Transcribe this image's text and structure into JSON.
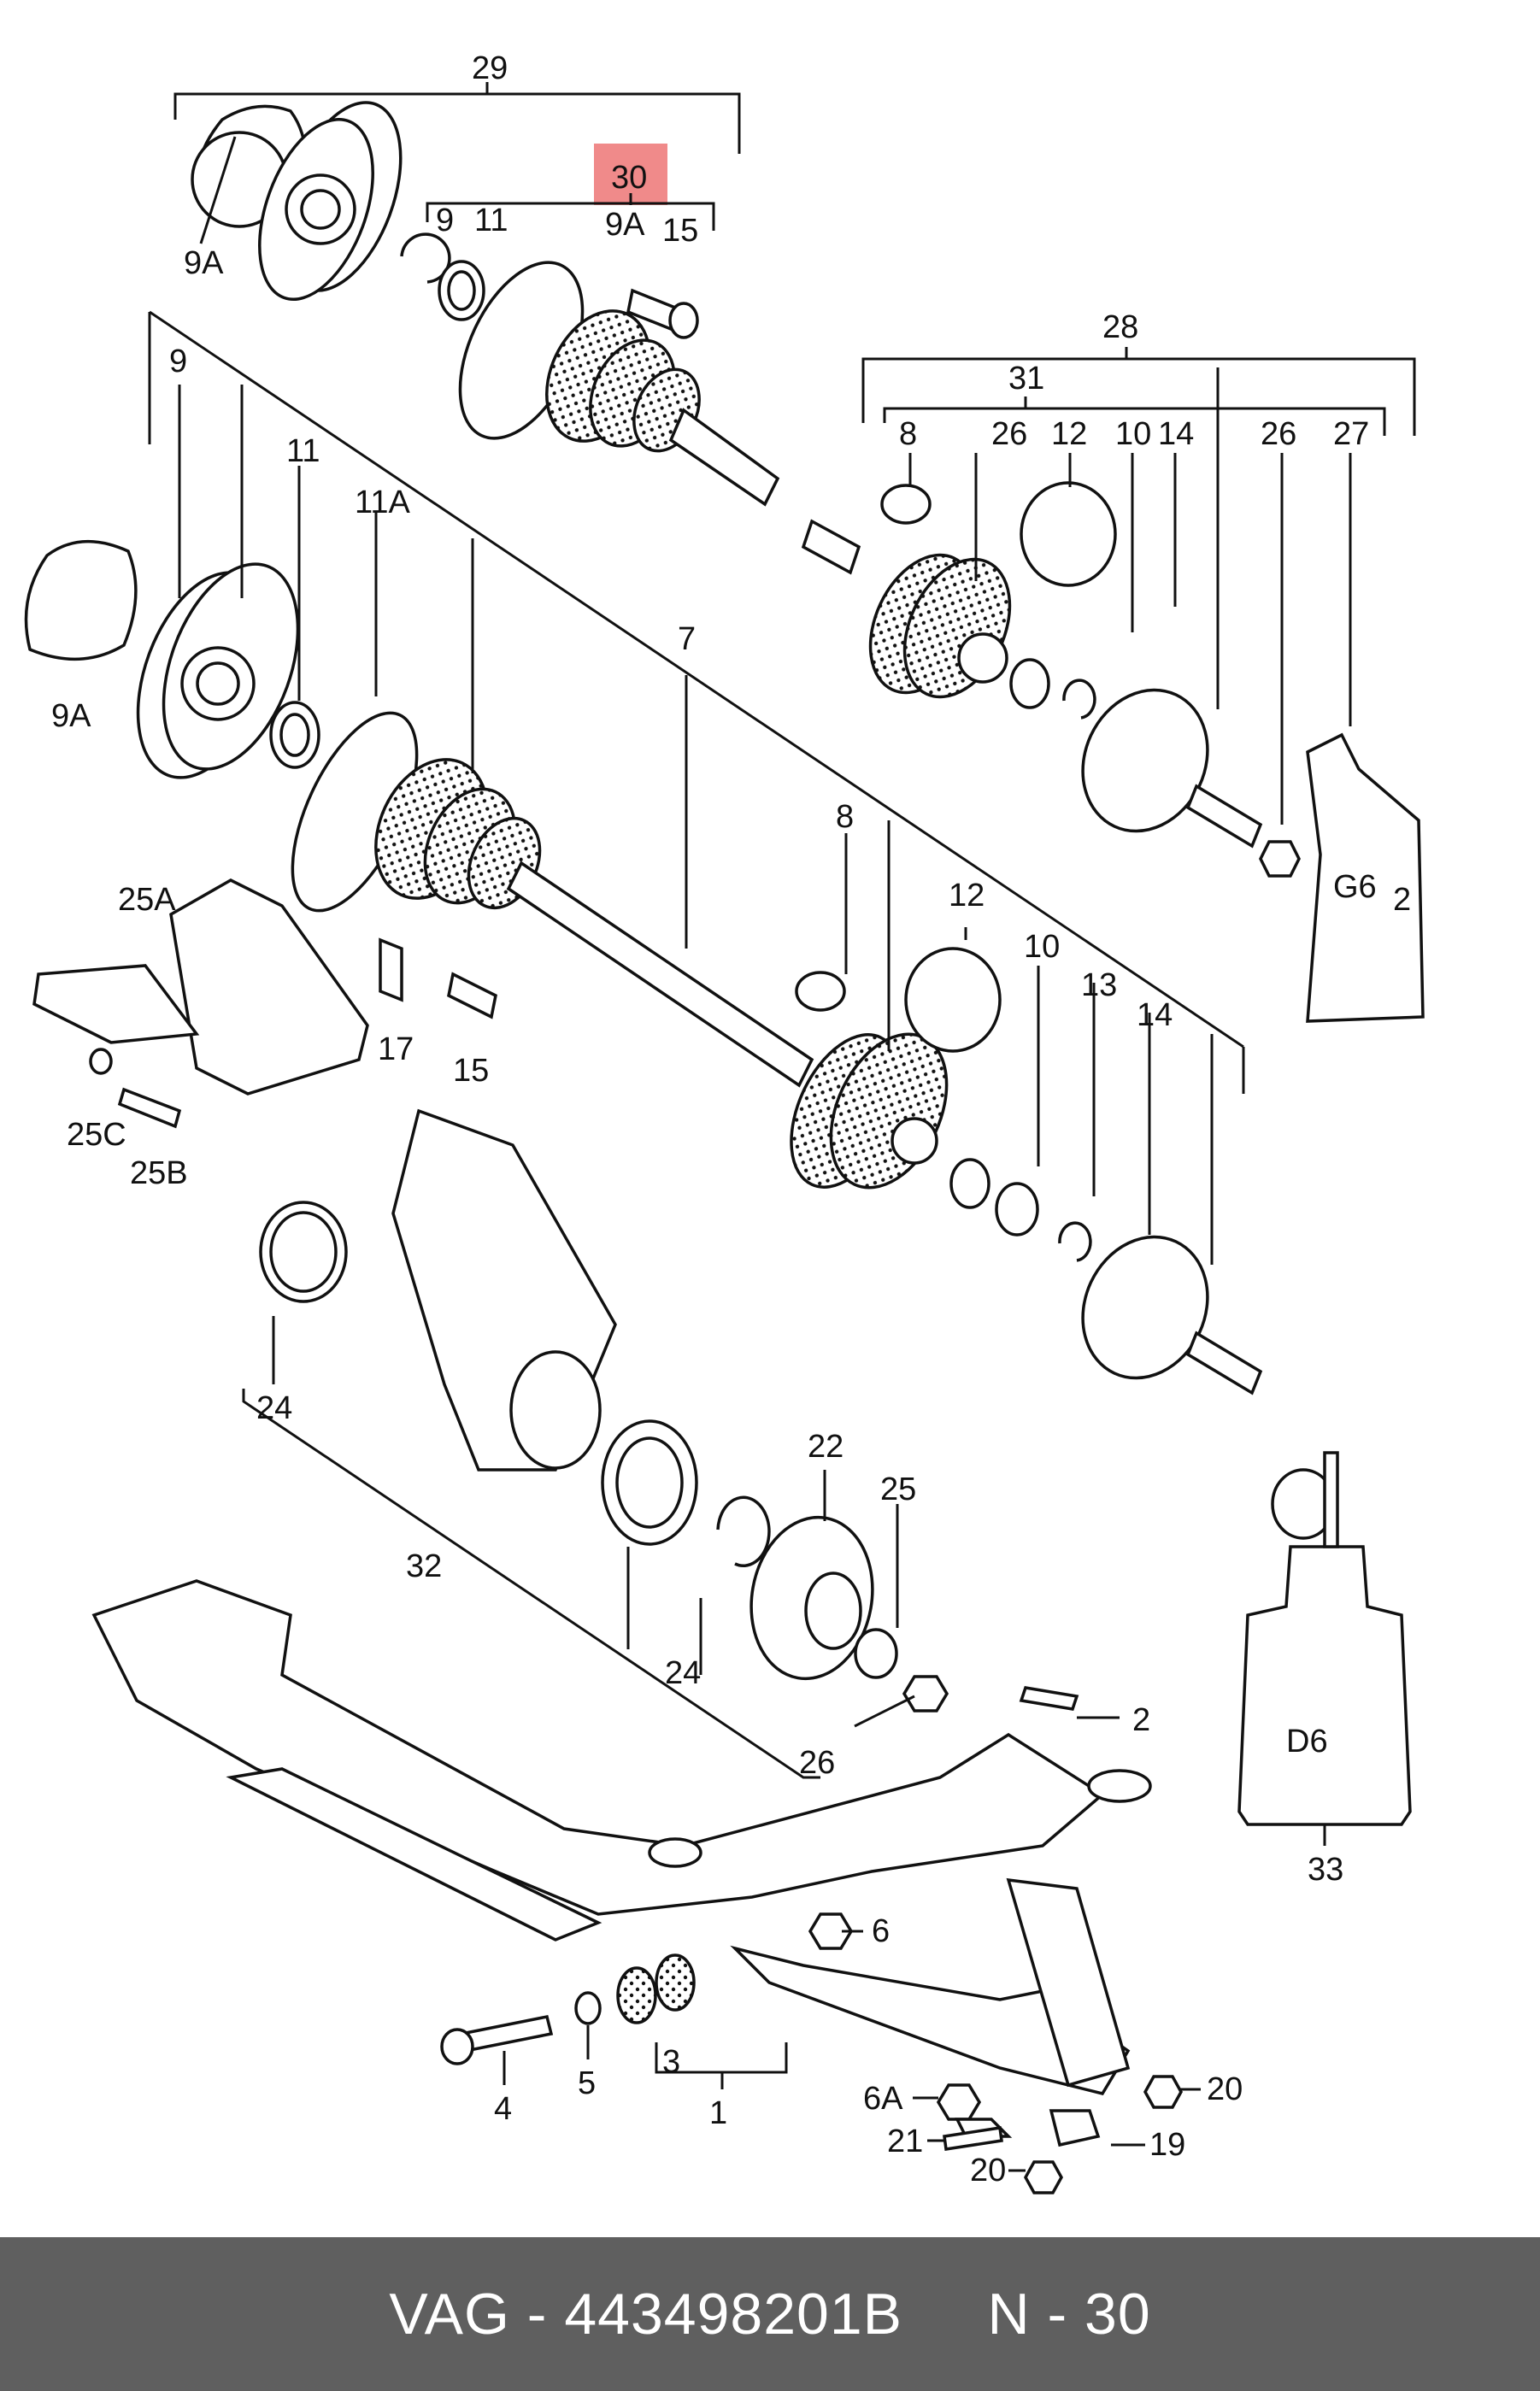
{
  "labels": {
    "l29": "29",
    "l30": "30",
    "l9a_top": "9A",
    "l9_top": "9",
    "l11_top": "11",
    "l9a_sub": "9A",
    "l15_top": "15",
    "l9_left": "9",
    "l11_left": "11",
    "l11a": "11A",
    "l9a_left": "9A",
    "l7": "7",
    "l28": "28",
    "l31": "31",
    "l8_top": "8",
    "l26_top": "26",
    "l12_top": "12",
    "l10_top": "10",
    "l14_top": "14",
    "l26_r": "26",
    "l27": "27",
    "l25a": "25A",
    "l17": "17",
    "l15_mid": "15",
    "l25c": "25C",
    "l25b": "25B",
    "l8_mid": "8",
    "l12_mid": "12",
    "l10_mid": "10",
    "l13": "13",
    "l14_mid": "14",
    "l24_top": "24",
    "l32": "32",
    "l22": "22",
    "l25": "25",
    "l24_bot": "24",
    "l26_bot": "26",
    "l33": "33",
    "l2": "2",
    "l6": "6",
    "l4": "4",
    "l5": "5",
    "l3": "3",
    "l1": "1",
    "l6a": "6A",
    "l20_r": "20",
    "l21": "21",
    "l19": "19",
    "l20_b": "20"
  },
  "highlight_color": "#f08a8a",
  "tube_text": "G6",
  "tube_sub": "2",
  "bottle_text": "D6",
  "footer": {
    "brand": "VAG",
    "part_number": "443498201B",
    "page": "N - 30",
    "text": "VAG - 443498201B     N - 30"
  }
}
